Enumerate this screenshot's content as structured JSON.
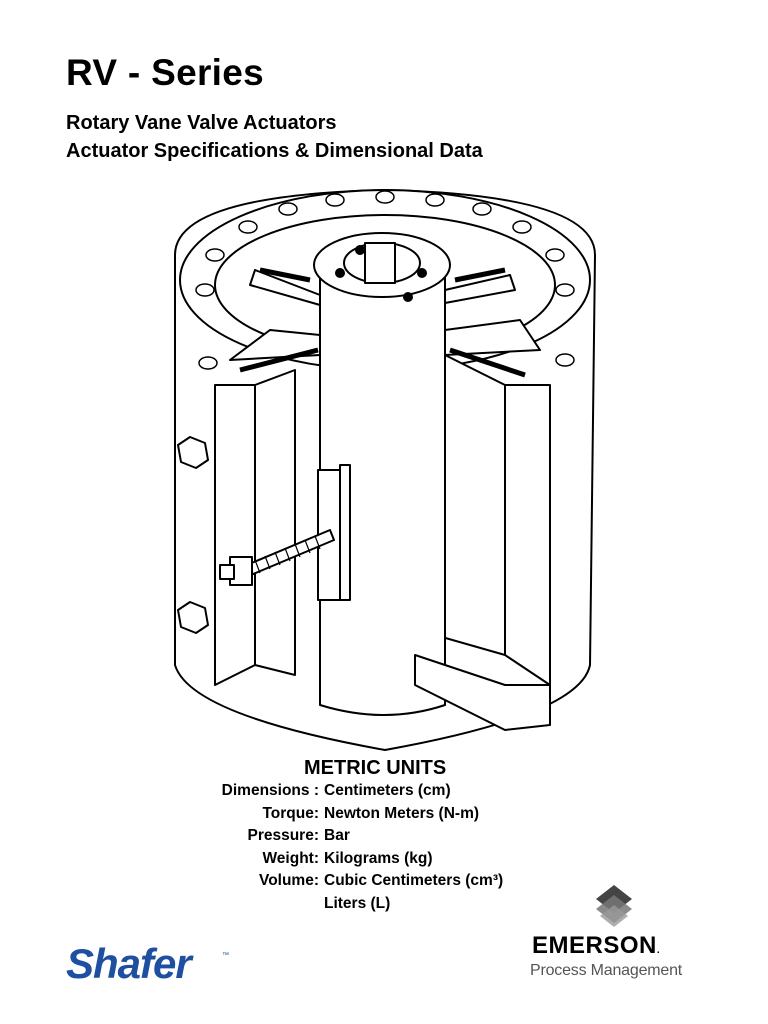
{
  "header": {
    "title": "RV - Series",
    "subtitle_1": "Rotary Vane Valve Actuators",
    "subtitle_2": "Actuator Specifications & Dimensional Data"
  },
  "units": {
    "title": "METRIC UNITS",
    "rows": [
      {
        "label": "Dimensions :",
        "value": "Centimeters (cm)"
      },
      {
        "label": "Torque:",
        "value": "Newton Meters (N-m)"
      },
      {
        "label": "Pressure:",
        "value": "Bar"
      },
      {
        "label": "Weight:",
        "value": "Kilograms (kg)"
      },
      {
        "label": "Volume:",
        "value": "Cubic Centimeters (cm³)"
      },
      {
        "label": "",
        "value": "Liters (L)"
      }
    ]
  },
  "logos": {
    "shafer": "Shafer",
    "shafer_tm": "™",
    "emerson": "EMERSON",
    "emerson_dot": ".",
    "process_management": "Process Management"
  },
  "colors": {
    "shafer_blue": "#1f4fa0",
    "pm_gray": "#555555"
  }
}
